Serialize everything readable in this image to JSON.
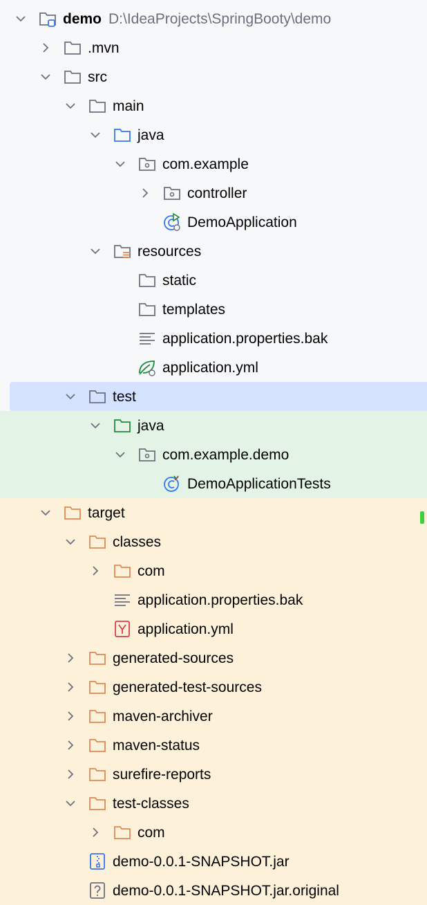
{
  "project": {
    "name": "demo",
    "path": "D:\\IdeaProjects\\SpringBooty\\demo"
  },
  "items": {
    "mvn": ".mvn",
    "src": "src",
    "main": "main",
    "java_main": "java",
    "com_example": "com.example",
    "controller": "controller",
    "demo_application": "DemoApplication",
    "resources": "resources",
    "static": "static",
    "templates": "templates",
    "props_bak": "application.properties.bak",
    "app_yml": "application.yml",
    "test": "test",
    "java_test": "java",
    "com_example_demo": "com.example.demo",
    "demo_application_tests": "DemoApplicationTests",
    "target": "target",
    "classes": "classes",
    "com_classes": "com",
    "target_props_bak": "application.properties.bak",
    "target_app_yml": "application.yml",
    "generated_sources": "generated-sources",
    "generated_test_sources": "generated-test-sources",
    "maven_archiver": "maven-archiver",
    "maven_status": "maven-status",
    "surefire_reports": "surefire-reports",
    "test_classes": "test-classes",
    "com_test_classes": "com",
    "jar": "demo-0.0.1-SNAPSHOT.jar",
    "jar_original": "demo-0.0.1-SNAPSHOT.jar.original"
  },
  "colors": {
    "selected_bg": "#d4e2ff",
    "test_bg": "#e3f4e6",
    "target_bg": "#fdf1d9",
    "folder_gray": "#6c707e",
    "folder_blue": "#3574f0",
    "folder_green": "#208a3c",
    "folder_orange": "#e08855"
  }
}
